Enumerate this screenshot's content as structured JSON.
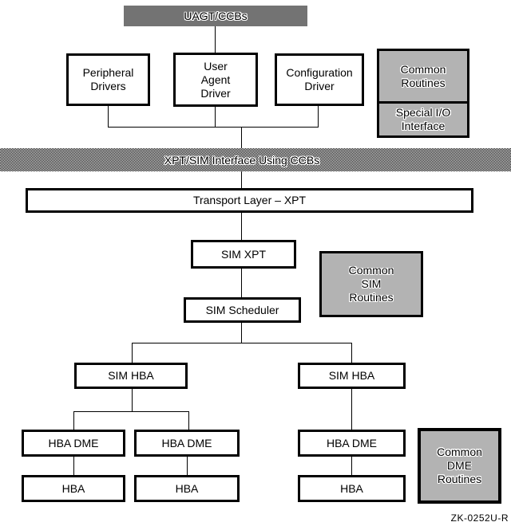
{
  "figure": {
    "code": "ZK-0252U-R",
    "colors": {
      "ink": "#000000",
      "paper": "#ffffff"
    },
    "nodes": {
      "uagt": "UAGT/CCBs",
      "peripheral_drivers": "Peripheral\nDrivers",
      "user_agent_driver": "User\nAgent\nDriver",
      "configuration_driver": "Configuration\nDriver",
      "common_routines": "Common\nRoutines",
      "special_io_interface": "Special I/O\nInterface",
      "xpt_sim_band": "XPT/SIM Interface Using CCBs",
      "transport_layer": "Transport Layer – XPT",
      "sim_xpt": "SIM XPT",
      "common_sim_routines": "Common\nSIM\nRoutines",
      "sim_scheduler": "SIM Scheduler",
      "sim_hba_left": "SIM HBA",
      "sim_hba_right": "SIM HBA",
      "hba_dme_1": "HBA DME",
      "hba_dme_2": "HBA DME",
      "hba_dme_3": "HBA DME",
      "hba_1": "HBA",
      "hba_2": "HBA",
      "hba_3": "HBA",
      "common_dme_routines": "Common\nDME\nRoutines"
    }
  }
}
